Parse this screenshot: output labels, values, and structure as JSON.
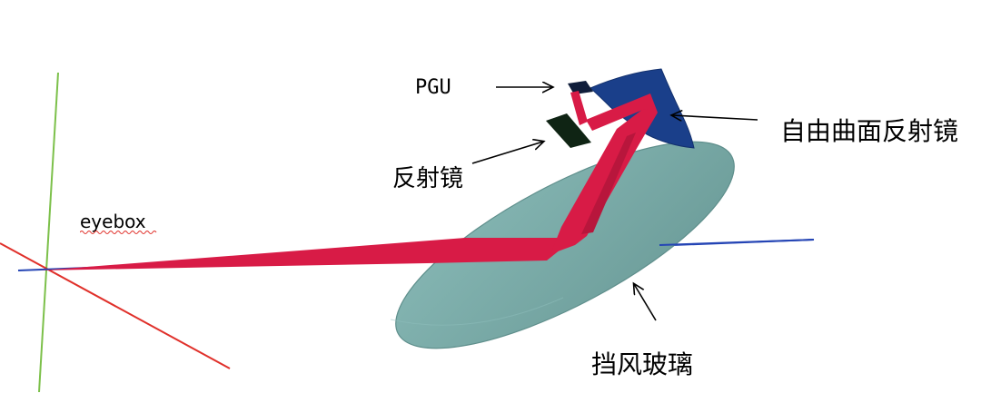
{
  "labels": {
    "pgu": "PGU",
    "fold_mirror": "反射镜",
    "freeform_mirror": "自由曲面反射镜",
    "windshield": "挡风玻璃",
    "eyebox": "eyebox"
  },
  "colors": {
    "light_beam": "#d81b46",
    "windshield": "#76a5a3",
    "freeform_mirror": "#1a3f8a",
    "fold_mirror": "#0f2414",
    "axis_x": "#e0302a",
    "axis_y": "#7cc04a",
    "axis_z": "#2545b5"
  }
}
